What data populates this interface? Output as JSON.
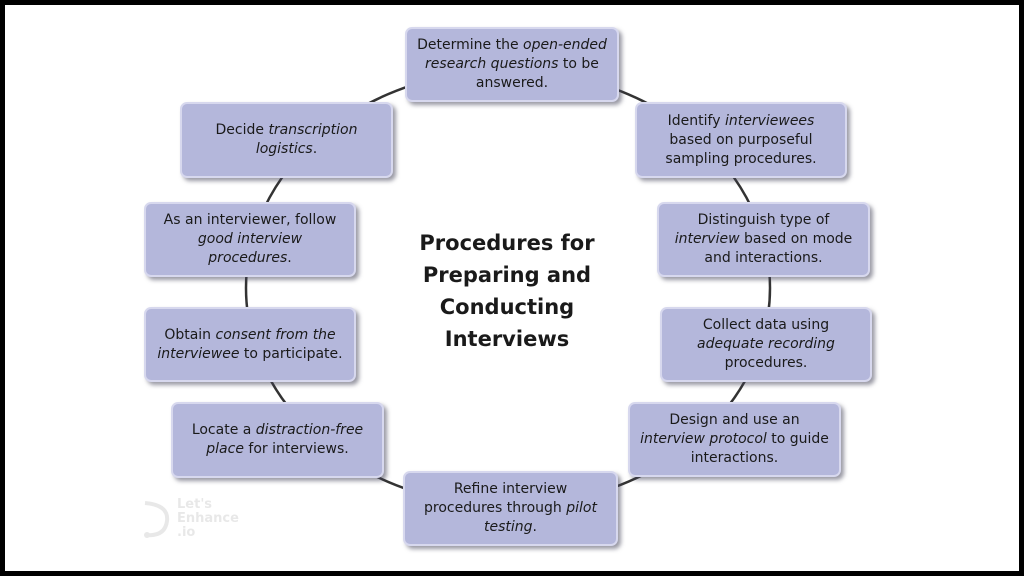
{
  "title": "Procedures for Preparing and Conducting Interviews",
  "colors": {
    "box_fill": "#b4b7db",
    "box_border": "#d7d8ee",
    "connector": "#333333",
    "text": "#1a1a1a"
  },
  "steps": [
    {
      "id": "research-questions",
      "parts": [
        {
          "t": "Determine the "
        },
        {
          "t": "open-ended research questions",
          "i": true
        },
        {
          "t": " to be answered."
        }
      ]
    },
    {
      "id": "identify-interviewees",
      "parts": [
        {
          "t": "Identify "
        },
        {
          "t": "interviewees",
          "i": true
        },
        {
          "t": " based on purposeful sampling procedures."
        }
      ]
    },
    {
      "id": "interview-type",
      "parts": [
        {
          "t": "Distinguish type of "
        },
        {
          "t": "interview",
          "i": true
        },
        {
          "t": " based on mode and interactions."
        }
      ]
    },
    {
      "id": "collect-data",
      "parts": [
        {
          "t": "Collect data using "
        },
        {
          "t": "adequate recording",
          "i": true
        },
        {
          "t": " procedures."
        }
      ]
    },
    {
      "id": "interview-protocol",
      "parts": [
        {
          "t": "Design and use an "
        },
        {
          "t": "interview protocol",
          "i": true
        },
        {
          "t": " to guide interactions."
        }
      ]
    },
    {
      "id": "pilot-testing",
      "parts": [
        {
          "t": "Refine interview procedures through "
        },
        {
          "t": "pilot testing",
          "i": true
        },
        {
          "t": "."
        }
      ]
    },
    {
      "id": "distraction-free-place",
      "parts": [
        {
          "t": "Locate a "
        },
        {
          "t": "distraction-free place",
          "i": true
        },
        {
          "t": " for interviews."
        }
      ]
    },
    {
      "id": "obtain-consent",
      "parts": [
        {
          "t": "Obtain "
        },
        {
          "t": "consent from the interviewee",
          "i": true
        },
        {
          "t": " to participate."
        }
      ]
    },
    {
      "id": "good-procedures",
      "parts": [
        {
          "t": "As an interviewer, follow "
        },
        {
          "t": "good interview procedures",
          "i": true
        },
        {
          "t": "."
        }
      ]
    },
    {
      "id": "transcription-logistics",
      "parts": [
        {
          "t": "Decide "
        },
        {
          "t": "transcription logistics",
          "i": true
        },
        {
          "t": "."
        }
      ]
    }
  ],
  "watermark": {
    "icon": "letsenhance-logo-icon",
    "line1": "Let's",
    "line2": "Enhance",
    "line3": ".io"
  }
}
